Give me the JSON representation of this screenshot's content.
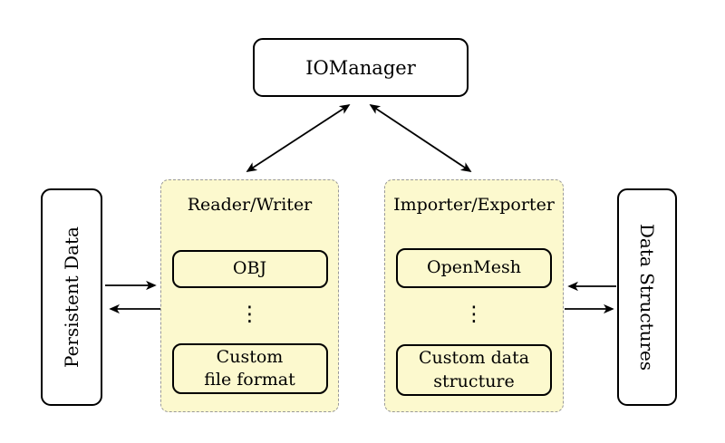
{
  "iomanager": {
    "label": "IOManager"
  },
  "left_panel": {
    "label": "Persistent Data"
  },
  "right_panel": {
    "label": "Data Structures"
  },
  "reader_writer": {
    "title": "Reader/Writer",
    "items": [
      {
        "label": "OBJ"
      },
      {
        "label": "⋮"
      },
      {
        "label": "Custom\nfile format"
      }
    ]
  },
  "importer_exporter": {
    "title": "Importer/Exporter",
    "items": [
      {
        "label": "OpenMesh"
      },
      {
        "label": "⋮"
      },
      {
        "label": "Custom data\nstructure"
      }
    ]
  },
  "colors": {
    "group_fill": "#fcf9ce",
    "group_border": "#999999",
    "node_border": "#000000",
    "background": "#ffffff"
  }
}
